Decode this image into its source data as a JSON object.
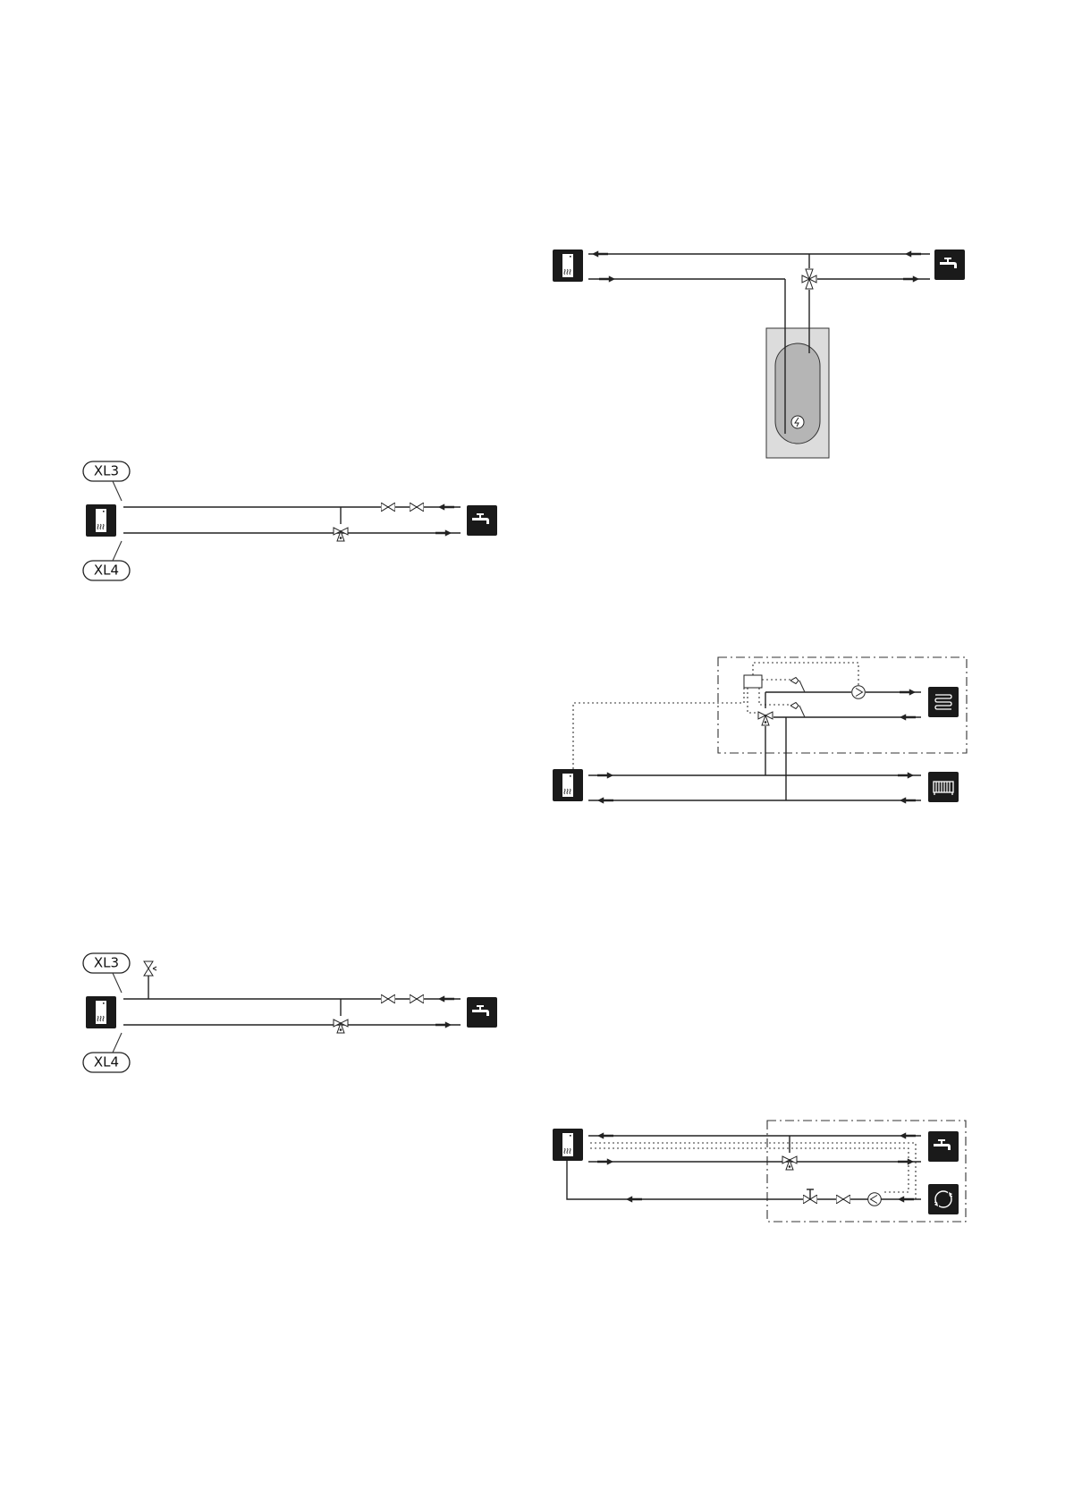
{
  "labels": {
    "xl3": "XL3",
    "xl4": "XL4"
  },
  "colors": {
    "pipe": "#222222",
    "icon_fill": "#1a1a1a",
    "tank_outer": "#dcdcdc",
    "tank_inner": "#b5b5b5"
  },
  "diagrams": [
    {
      "id": "hot-water-tank-with-heater",
      "icons": [
        "heat-pump-icon",
        "tap-icon",
        "electric-heater-icon",
        "mixing-valve-icon"
      ]
    },
    {
      "id": "direct-connection-xl3-xl4",
      "icons": [
        "heat-pump-icon",
        "tap-icon",
        "shut-off-valve-icon",
        "check-valve-icon",
        "mixing-valve-icon"
      ]
    },
    {
      "id": "floor-and-radiator-circuit",
      "icons": [
        "heat-pump-icon",
        "floor-heating-icon",
        "radiator-icon",
        "pump-icon",
        "control-module-icon",
        "mixing-valve-icon"
      ]
    },
    {
      "id": "direct-connection-with-safety-valve",
      "icons": [
        "heat-pump-icon",
        "tap-icon",
        "safety-valve-icon",
        "shut-off-valve-icon",
        "check-valve-icon",
        "mixing-valve-icon"
      ]
    },
    {
      "id": "hot-water-circulation",
      "icons": [
        "heat-pump-icon",
        "tap-icon",
        "circulation-icon",
        "pump-icon",
        "shut-off-valve-icon",
        "check-valve-icon",
        "mixing-valve-icon"
      ]
    }
  ]
}
